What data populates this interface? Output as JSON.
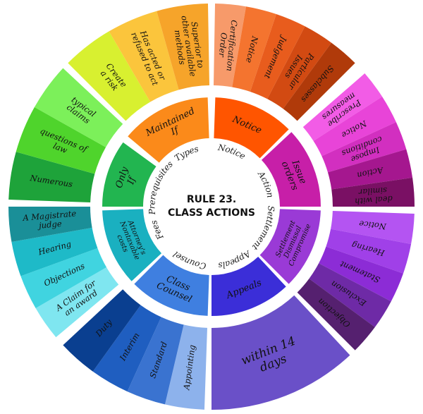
{
  "center": {
    "line1": "RULE 23.",
    "line2": "CLASS ACTIONS"
  },
  "ring_labels": [
    "Notice",
    "Action",
    "Settlement",
    "Appeals",
    "Counsel",
    "Fees",
    "Prerequisites",
    "Types"
  ],
  "inner": [
    {
      "lines": [
        "Notice"
      ],
      "color": "#ff5500"
    },
    {
      "lines": [
        "Issue",
        "orders"
      ],
      "color": "#c71fa8"
    },
    {
      "lines": [
        "Settlement",
        "Dismissal",
        "Compromise"
      ],
      "color": "#9a3ad6"
    },
    {
      "lines": [
        "Appeals"
      ],
      "color": "#3b2ed8"
    },
    {
      "lines": [
        "Class",
        "Counsel"
      ],
      "color": "#3f7fe0"
    },
    {
      "lines": [
        "Attorney's",
        "Nontaxable",
        "costs"
      ],
      "color": "#1ab0c0"
    },
    {
      "lines": [
        "Only",
        "If"
      ],
      "color": "#22b550"
    },
    {
      "lines": [
        "Maintained",
        "If"
      ],
      "color": "#fb8a1a"
    }
  ],
  "outer": [
    [
      {
        "lines": [
          "Certification",
          "Order"
        ],
        "color": "#f79a6a"
      },
      {
        "lines": [
          "Notice"
        ],
        "color": "#f4742f"
      },
      {
        "lines": [
          "Judgement"
        ],
        "color": "#e85c1d"
      },
      {
        "lines": [
          "Particular",
          "Issues"
        ],
        "color": "#d24a12"
      },
      {
        "lines": [
          "Subclasses"
        ],
        "color": "#b03a0a"
      }
    ],
    [
      {
        "lines": [
          "Prescribe",
          "measures"
        ],
        "color": "#f25ce6"
      },
      {
        "lines": [
          "Notice"
        ],
        "color": "#e844d8"
      },
      {
        "lines": [
          "Impose",
          "conditions"
        ],
        "color": "#d22fc0"
      },
      {
        "lines": [
          "Action"
        ],
        "color": "#a5178f"
      },
      {
        "lines": [
          "deal with",
          "similar"
        ],
        "color": "#7a1064"
      }
    ],
    [
      {
        "lines": [
          "Notice"
        ],
        "color": "#b454f2"
      },
      {
        "lines": [
          "Hearing"
        ],
        "color": "#a040e8"
      },
      {
        "lines": [
          "Statement"
        ],
        "color": "#8c2cd6"
      },
      {
        "lines": [
          "Exclusion"
        ],
        "color": "#6e2aa6"
      },
      {
        "lines": [
          "Objection"
        ],
        "color": "#55206f"
      }
    ],
    [
      {
        "lines": [
          "within 14",
          "days"
        ],
        "color": "#6a50c8"
      }
    ],
    [
      {
        "lines": [
          "Appointing"
        ],
        "color": "#8db2ec"
      },
      {
        "lines": [
          "Standard"
        ],
        "color": "#3a73d0"
      },
      {
        "lines": [
          "Interim"
        ],
        "color": "#1f5ec0"
      },
      {
        "lines": [
          "Duty"
        ],
        "color": "#0a3f90"
      }
    ],
    [
      {
        "lines": [
          "A Claim for",
          "an award"
        ],
        "color": "#7fe6f0"
      },
      {
        "lines": [
          "Objections"
        ],
        "color": "#40d4e0"
      },
      {
        "lines": [
          "Hearing"
        ],
        "color": "#1ebac8"
      },
      {
        "lines": [
          "A Magistrate",
          "judge"
        ],
        "color": "#1a8f98"
      }
    ],
    [
      {
        "lines": [
          "Numerous"
        ],
        "color": "#1ea33a"
      },
      {
        "lines": [
          "questions of",
          "law"
        ],
        "color": "#4fd42c"
      },
      {
        "lines": [
          "typical",
          "claims"
        ],
        "color": "#7cf05a"
      }
    ],
    [
      {
        "lines": [
          "Create",
          "a risk"
        ],
        "color": "#d8f030"
      },
      {
        "lines": [
          "Has acted or",
          "refused to act"
        ],
        "color": "#fbc53c"
      },
      {
        "lines": [
          "Superior to",
          "other available",
          "methods"
        ],
        "color": "#f6a42a"
      }
    ]
  ]
}
